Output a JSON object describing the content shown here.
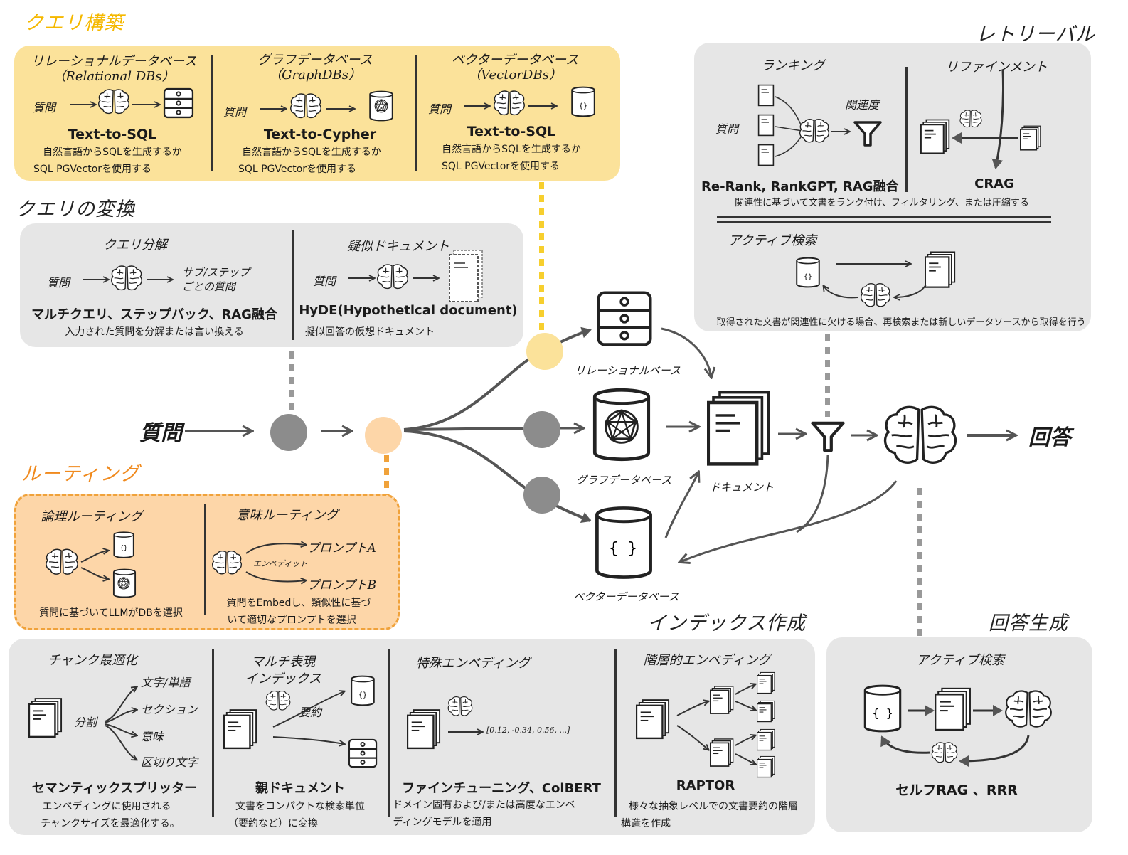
{
  "sections": {
    "query_construction": "クエリ構築",
    "query_translation": "クエリの変換",
    "routing": "ルーティング",
    "retrieval": "レトリーバル",
    "indexing": "インデックス作成",
    "generation": "回答生成"
  },
  "common": {
    "question": "質問"
  },
  "query_construction": {
    "relational": {
      "heading1": "リレーショナルデータベース",
      "heading2": "（Relational DBs）",
      "title": "Text-to-SQL",
      "desc1": "自然言語からSQLを生成するか",
      "desc2": "SQL PGVectorを使用する"
    },
    "graph": {
      "heading1": "グラフデータベース",
      "heading2": "（GraphDBs）",
      "title": "Text-to-Cypher",
      "desc1": "自然言語からSQLを生成するか",
      "desc2": "SQL PGVectorを使用する"
    },
    "vector": {
      "heading1": "ベクターデータベース",
      "heading2": "（VectorDBs）",
      "title": "Text-to-SQL",
      "desc1": "自然言語からSQLを生成するか",
      "desc2": "SQL PGVectorを使用する"
    }
  },
  "query_translation": {
    "decomposition": {
      "heading": "クエリ分解",
      "output1": "サブ/ステップ",
      "output2": "ごとの質問",
      "title": "マルチクエリ、ステップバック、RAG融合",
      "desc": "入力された質問を分解または言い換える"
    },
    "pseudo": {
      "heading": "疑似ドキュメント",
      "title": "HyDE(Hypothetical document)",
      "desc": "擬似回答の仮想ドキュメント"
    }
  },
  "routing": {
    "logical": {
      "heading": "論理ルーティング",
      "desc": "質問に基づいてLLMがDBを選択"
    },
    "semantic": {
      "heading": "意味ルーティング",
      "prompt_a": "プロンプトA",
      "prompt_b": "プロンプトB",
      "embed": "エンベディット",
      "desc1": "質問をEmbedし、類似性に基づ",
      "desc2": "いて適切なプロンプトを選択"
    }
  },
  "retrieval": {
    "ranking": {
      "heading": "ランキング",
      "relevance": "関連度",
      "title": "Re-Rank, RankGPT, RAG融合"
    },
    "refinement": {
      "heading": "リファインメント",
      "title": "CRAG"
    },
    "shared_desc": "関連性に基づいて文書をランク付け、フィルタリング、または圧縮する",
    "active": {
      "heading": "アクティブ検索",
      "desc": "取得された文書が関連性に欠ける場合、再検索または新しいデータソースから取得を行う"
    }
  },
  "main_flow": {
    "relational_base": "リレーショナルベース",
    "graph_db": "グラフデータベース",
    "vector_db": "ベクターデータベース",
    "document": "ドキュメント",
    "answer": "回答"
  },
  "indexing": {
    "chunk": {
      "heading": "チャンク最適化",
      "split": "分割",
      "opt1": "文字/単語",
      "opt2": "セクション",
      "opt3": "意味",
      "opt4": "区切り文字",
      "title": "セマンティックスプリッター",
      "desc1": "エンベディングに使用される",
      "desc2": "チャンクサイズを最適化する。"
    },
    "multi": {
      "heading1": "マルチ表現",
      "heading2": "インデックス",
      "summary": "要約",
      "title": "親ドキュメント",
      "desc1": "文書をコンパクトな検索単位",
      "desc2": "（要約など）に変換"
    },
    "special": {
      "heading": "特殊エンベディング",
      "vector": "[0.12, -0.34, 0.56, ...]",
      "title": "ファインチューニング、ColBERT",
      "desc1": "ドメイン固有および/または高度なエンベ",
      "desc2": "ディングモデルを適用"
    },
    "hierarchical": {
      "heading": "階層的エンベディング",
      "title": "RAPTOR",
      "desc1": "様々な抽象レベルでの文書要約の階層",
      "desc2": "構造を作成"
    }
  },
  "generation": {
    "heading": "アクティブ検索",
    "title": "セルフRAG 、RRR"
  },
  "colors": {
    "yellow_panel": "#fbe29a",
    "orange_panel": "#fdd6a8",
    "orange_border": "#f0a23a",
    "gray_panel": "#e6e6e6",
    "section_yellow": "#f5b800",
    "section_orange": "#f08a1e",
    "node_gray": "#8c8c8c"
  },
  "icons": [
    "brain-icon",
    "database-icon",
    "graph-db-icon",
    "vector-db-icon",
    "document-icon",
    "filter-icon",
    "arrow-icon"
  ]
}
